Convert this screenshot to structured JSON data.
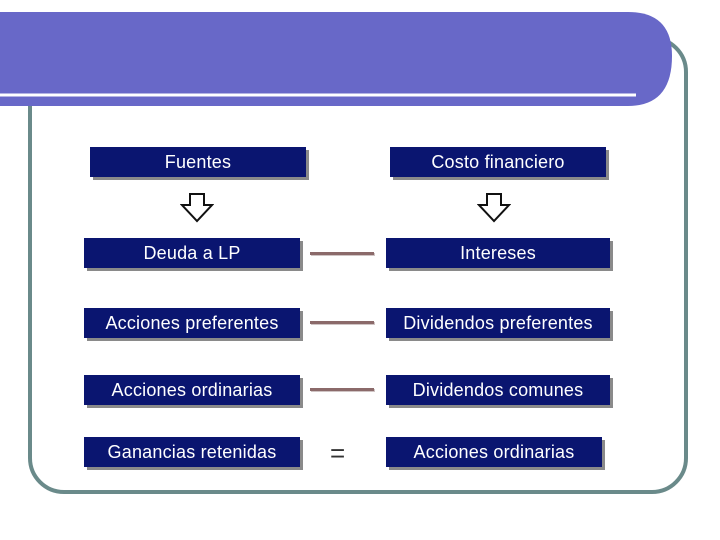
{
  "headers": {
    "left": "Fuentes",
    "right": "Costo financiero"
  },
  "rows": [
    {
      "source": "Deuda a LP",
      "connector": "dash",
      "cost": "Intereses"
    },
    {
      "source": "Acciones preferentes",
      "connector": "dash",
      "cost": "Dividendos preferentes"
    },
    {
      "source": "Acciones ordinarias",
      "connector": "dash",
      "cost": "Dividendos comunes"
    },
    {
      "source": "Ganancias retenidas",
      "connector": "=",
      "cost": "Acciones ordinarias"
    }
  ],
  "icons": {
    "down_arrow": "down-arrow-icon"
  },
  "colors": {
    "banner": "#6868c8",
    "frame": "#6a8a8a",
    "box": "#0a1570",
    "box_text": "#ffffff",
    "connector": "#8b6a6a"
  }
}
